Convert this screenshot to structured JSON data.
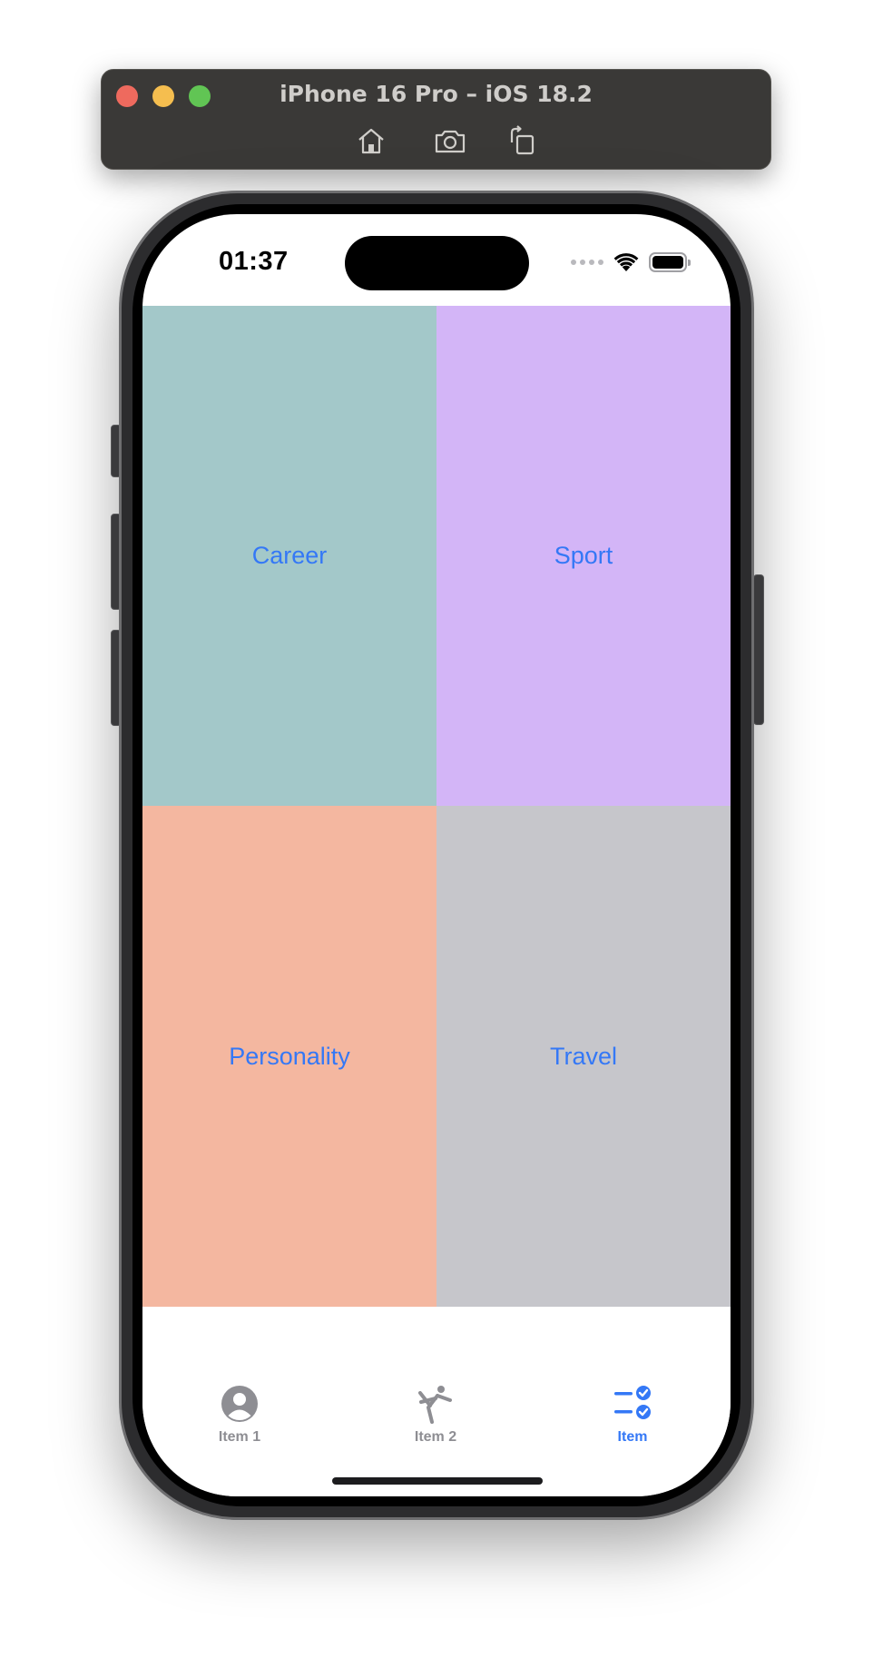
{
  "simulator": {
    "title": "iPhone 16 Pro – iOS 18.2",
    "toolbar": [
      "home-icon",
      "screenshot-icon",
      "rotate-icon"
    ]
  },
  "status_bar": {
    "time": "01:37"
  },
  "tiles": [
    {
      "label": "Career",
      "color": "#a3c8c9"
    },
    {
      "label": "Sport",
      "color": "#d3b5f7"
    },
    {
      "label": "Personality",
      "color": "#f4b7a0"
    },
    {
      "label": "Travel",
      "color": "#c6c6cb"
    }
  ],
  "tab_bar": {
    "items": [
      {
        "label": "Item 1",
        "icon": "person-circle-icon",
        "selected": false
      },
      {
        "label": "Item 2",
        "icon": "figure-kickboxing-icon",
        "selected": false
      },
      {
        "label": "Item",
        "icon": "checklist-icon",
        "selected": true
      }
    ],
    "active_color": "#3478f6",
    "inactive_color": "#8e8e93"
  }
}
